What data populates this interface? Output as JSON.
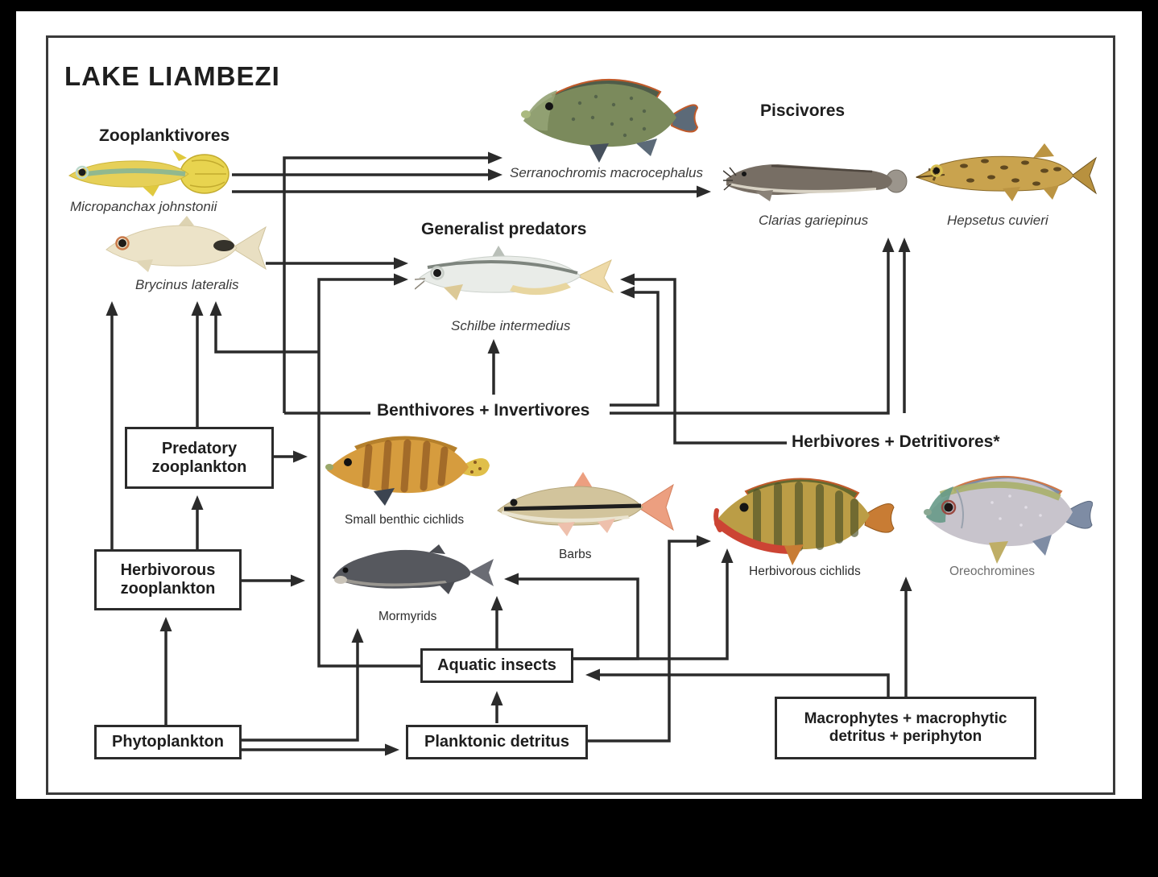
{
  "figure": {
    "title": "LAKE LIAMBEZI"
  },
  "group_headings": {
    "zooplanktivores": "Zooplanktivores",
    "piscivores": "Piscivores",
    "generalist_predators": "Generalist predators",
    "benthivores": "Benthivores + Invertivores",
    "herbivores": "Herbivores + Detritivores*"
  },
  "species_labels": {
    "micropanchax": "Micropanchax johnstonii",
    "brycinus": "Brycinus lateralis",
    "serranochromis": "Serranochromis macrocephalus",
    "clarias": "Clarias gariepinus",
    "hepsetus": "Hepsetus cuvieri",
    "schilbe": "Schilbe intermedius",
    "small_benthic_cichlids": "Small benthic cichlids",
    "barbs": "Barbs",
    "mormyrids": "Mormyrids",
    "herbivorous_cichlids": "Herbivorous cichlids",
    "oreochromines": "Oreochromines"
  },
  "node_boxes": {
    "predatory_zooplankton": "Predatory zooplankton",
    "herbivorous_zooplankton": "Herbivorous zooplankton",
    "phytoplankton": "Phytoplankton",
    "aquatic_insects": "Aquatic insects",
    "planktonic_detritus": "Planktonic detritus",
    "macrophytes": "Macrophytes + macrophytic detritus + periphyton"
  },
  "colors": {
    "arrow_line": "#2b2b2b",
    "figure_frame": "#3a3a3a",
    "page_background": "#ffffff",
    "outer_background": "#000000",
    "muted_label": "#6e6e6e"
  },
  "food_web_links": [
    {
      "from": "Micropanchax johnstonii",
      "to": "Serranochromis macrocephalus"
    },
    {
      "from": "Micropanchax johnstonii",
      "to": "Clarias gariepinus"
    },
    {
      "from": "Benthivores + Invertivores",
      "to": "Serranochromis macrocephalus"
    },
    {
      "from": "Benthivores + Invertivores",
      "to": "Schilbe intermedius"
    },
    {
      "from": "Benthivores + Invertivores",
      "to": "Clarias gariepinus"
    },
    {
      "from": "Herbivores + Detritivores*",
      "to": "Schilbe intermedius"
    },
    {
      "from": "Herbivores + Detritivores*",
      "to": "Clarias gariepinus"
    },
    {
      "from": "Brycinus lateralis",
      "to": "Schilbe intermedius"
    },
    {
      "from": "Predatory zooplankton",
      "to": "Zooplanktivores"
    },
    {
      "from": "Predatory zooplankton",
      "to": "Small benthic cichlids"
    },
    {
      "from": "Herbivorous zooplankton",
      "to": "Zooplanktivores"
    },
    {
      "from": "Herbivorous zooplankton",
      "to": "Predatory zooplankton"
    },
    {
      "from": "Herbivorous zooplankton",
      "to": "Mormyrids"
    },
    {
      "from": "Phytoplankton",
      "to": "Herbivorous zooplankton"
    },
    {
      "from": "Phytoplankton",
      "to": "Mormyrids"
    },
    {
      "from": "Phytoplankton",
      "to": "Planktonic detritus"
    },
    {
      "from": "Planktonic detritus",
      "to": "Aquatic insects"
    },
    {
      "from": "Planktonic detritus",
      "to": "Herbivorous cichlids"
    },
    {
      "from": "Aquatic insects",
      "to": "Schilbe intermedius"
    },
    {
      "from": "Aquatic insects",
      "to": "Zooplanktivores"
    },
    {
      "from": "Aquatic insects",
      "to": "Barbs"
    },
    {
      "from": "Aquatic insects",
      "to": "Mormyrids"
    },
    {
      "from": "Aquatic insects",
      "to": "Herbivorous cichlids"
    },
    {
      "from": "Macrophytes + macrophytic detritus + periphyton",
      "to": "Aquatic insects"
    },
    {
      "from": "Macrophytes + macrophytic detritus + periphyton",
      "to": "Herbivores + Detritivores*"
    }
  ]
}
